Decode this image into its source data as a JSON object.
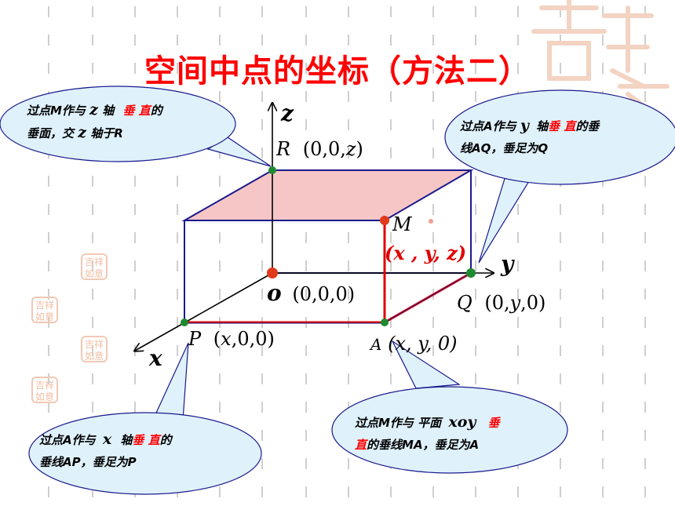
{
  "title": "空间中点的坐标（方法二）",
  "labels": {
    "z_axis": "z",
    "y_axis": "y",
    "x_axis": "x",
    "R_name": "R",
    "R_coord_open": "(0,0,",
    "R_coord_var": "z",
    "R_coord_close": ")",
    "M_name": "M",
    "M_coord": "(x , y, z)",
    "o_name": "o",
    "o_coord": "(0,0,0)",
    "Q_name": "Q",
    "Q_coord_open": "(0,",
    "Q_coord_var": "y",
    "Q_coord_close": ",0)",
    "P_name": "P",
    "P_coord_open": "(",
    "P_coord_var": "x",
    "P_coord_close": ",0,0)",
    "A_name": "A",
    "A_coord": "(x, y, 0)"
  },
  "bubbles": {
    "top_left": {
      "line1_a": "过点M作与",
      "var": "z",
      "line1_b": "轴",
      "line1_red": "垂 直",
      "line1_c": "的",
      "line2_a": "垂面，交",
      "var2": "z",
      "line2_b": "轴于R"
    },
    "top_right": {
      "line1_a": "过点A作与",
      "var": "y",
      "line1_b": "轴",
      "line1_red": "垂 直",
      "line1_c": "的垂",
      "line2": "线AQ，垂足为Q"
    },
    "bottom_left": {
      "line1_a": "过点A作与",
      "var": "x",
      "line1_b": "轴",
      "line1_red": "垂 直",
      "line1_c": "的",
      "line2": "垂线AP，垂足为P"
    },
    "bottom_right": {
      "line1_a": "过点M作与 平面",
      "var": "xoy",
      "line1_red": "垂",
      "line2_red": "直",
      "line2_b": "的垂线MA，垂足为A"
    }
  },
  "colors": {
    "title": "#ff0000",
    "box_edge": "#1a1a8c",
    "highlight": "#e00000",
    "top_face": "#f6c6c6",
    "bubble_fill": "#dff1fb",
    "point_green": "#1e8a2e",
    "point_red": "#e03a1a"
  }
}
